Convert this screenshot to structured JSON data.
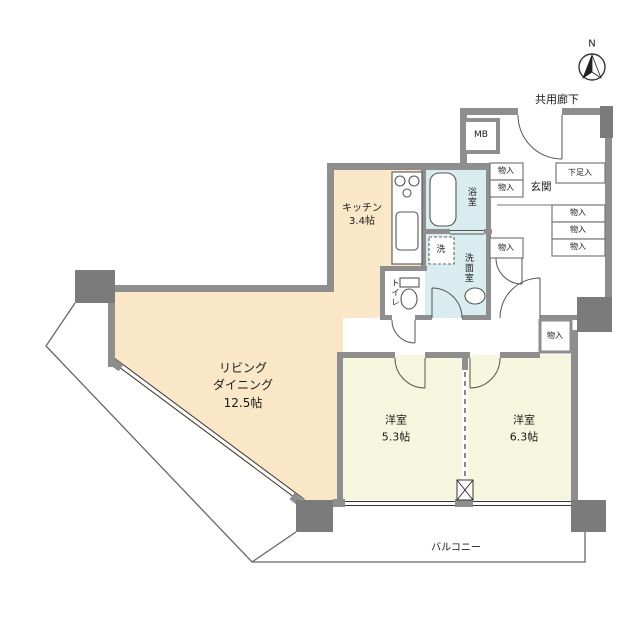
{
  "compass": {
    "north_label": "N"
  },
  "labels": {
    "common_corridor": "共用廊下",
    "meter_box": "MB",
    "entrance": "玄関",
    "shoe_storage": "下足入",
    "storage": "物入",
    "bath": "浴室",
    "washer": "洗",
    "washroom": "洗面室",
    "toilet": "トイレ",
    "balcony": "バルコニー"
  },
  "rooms": {
    "kitchen": {
      "name": "キッチン",
      "size": "3.4帖"
    },
    "living_dining": {
      "line1": "リビング",
      "line2": "ダイニング",
      "size": "12.5帖"
    },
    "bedroom_small": {
      "name": "洋室",
      "size": "5.3帖"
    },
    "bedroom_large": {
      "name": "洋室",
      "size": "6.3帖"
    }
  },
  "colors": {
    "ldk_fill": "#f9e7c7",
    "bedroom_fill": "#f6f5dd",
    "wet_area_fill": "#d9edf1",
    "wall": "#8e8e8e",
    "pillar": "#7b7b7b",
    "line": "#444444"
  }
}
